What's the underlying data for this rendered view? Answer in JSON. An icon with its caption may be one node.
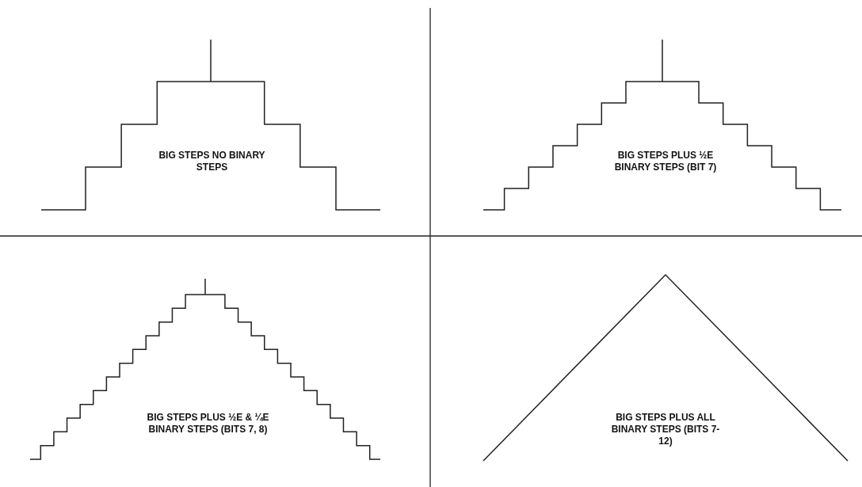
{
  "diagram": {
    "labels": [
      "BIG STEPS NO BINARY STEPS",
      "BIG STEPS PLUS ½E BINARY STEPS (BIT 7)",
      "BIG STEPS PLUS ½E & ¼E BINARY STEPS (BITS 7, 8)",
      "BIG STEPS PLUS ALL BINARY STEPS (BITS 7-12)"
    ]
  }
}
